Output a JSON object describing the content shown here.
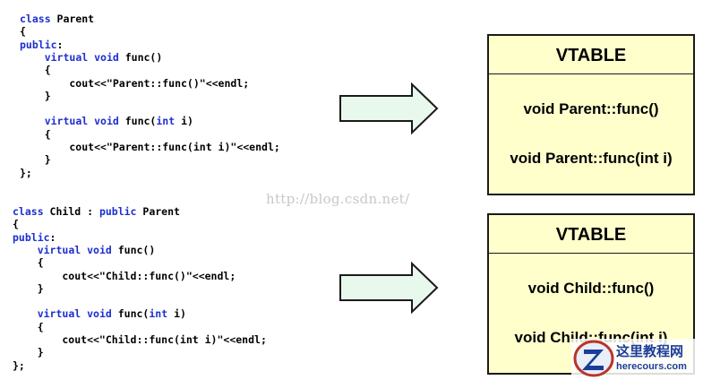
{
  "parent_code": [
    [
      {
        "t": "class",
        "k": 1
      },
      {
        "t": " Parent"
      }
    ],
    [
      {
        "t": "{"
      }
    ],
    [
      {
        "t": "public",
        "k": 1
      },
      {
        "t": ":"
      }
    ],
    [
      {
        "t": "    "
      },
      {
        "t": "virtual",
        "k": 1
      },
      {
        "t": " "
      },
      {
        "t": "void",
        "k": 1
      },
      {
        "t": " func()"
      }
    ],
    [
      {
        "t": "    {"
      }
    ],
    [
      {
        "t": "        cout<<\"Parent::func()\"<<endl;"
      }
    ],
    [
      {
        "t": "    }"
      }
    ],
    [
      {
        "t": ""
      }
    ],
    [
      {
        "t": "    "
      },
      {
        "t": "virtual",
        "k": 1
      },
      {
        "t": " "
      },
      {
        "t": "void",
        "k": 1
      },
      {
        "t": " func("
      },
      {
        "t": "int",
        "k": 1
      },
      {
        "t": " i)"
      }
    ],
    [
      {
        "t": "    {"
      }
    ],
    [
      {
        "t": "        cout<<\"Parent::func(int i)\"<<endl;"
      }
    ],
    [
      {
        "t": "    }"
      }
    ],
    [
      {
        "t": "};"
      }
    ]
  ],
  "child_code": [
    [
      {
        "t": "class",
        "k": 1
      },
      {
        "t": " Child : "
      },
      {
        "t": "public",
        "k": 1
      },
      {
        "t": " Parent"
      }
    ],
    [
      {
        "t": "{"
      }
    ],
    [
      {
        "t": "public",
        "k": 1
      },
      {
        "t": ":"
      }
    ],
    [
      {
        "t": "    "
      },
      {
        "t": "virtual",
        "k": 1
      },
      {
        "t": " "
      },
      {
        "t": "void",
        "k": 1
      },
      {
        "t": " func()"
      }
    ],
    [
      {
        "t": "    {"
      }
    ],
    [
      {
        "t": "        cout<<\"Child::func()\"<<endl;"
      }
    ],
    [
      {
        "t": "    }"
      }
    ],
    [
      {
        "t": ""
      }
    ],
    [
      {
        "t": "    "
      },
      {
        "t": "virtual",
        "k": 1
      },
      {
        "t": " "
      },
      {
        "t": "void",
        "k": 1
      },
      {
        "t": " func("
      },
      {
        "t": "int",
        "k": 1
      },
      {
        "t": " i)"
      }
    ],
    [
      {
        "t": "    {"
      }
    ],
    [
      {
        "t": "        cout<<\"Child::func(int i)\"<<endl;"
      }
    ],
    [
      {
        "t": "    }"
      }
    ],
    [
      {
        "t": "};"
      }
    ]
  ],
  "vtables": {
    "parent": {
      "title": "VTABLE",
      "entries": [
        "void Parent::func()",
        "void Parent::func(int i)"
      ]
    },
    "child": {
      "title": "VTABLE",
      "entries": [
        "void Child::func()",
        "void Child::func(int i)"
      ]
    }
  },
  "watermark": "http://blog.csdn.net/",
  "logo": {
    "cn": "这里教程网",
    "url": "herecours.com"
  },
  "colors": {
    "keyword": "#1d2fcf",
    "vtable_fill": "#ffffcc",
    "arrow_fill": "#e8f8ec",
    "logo": "#1b3d9a"
  }
}
